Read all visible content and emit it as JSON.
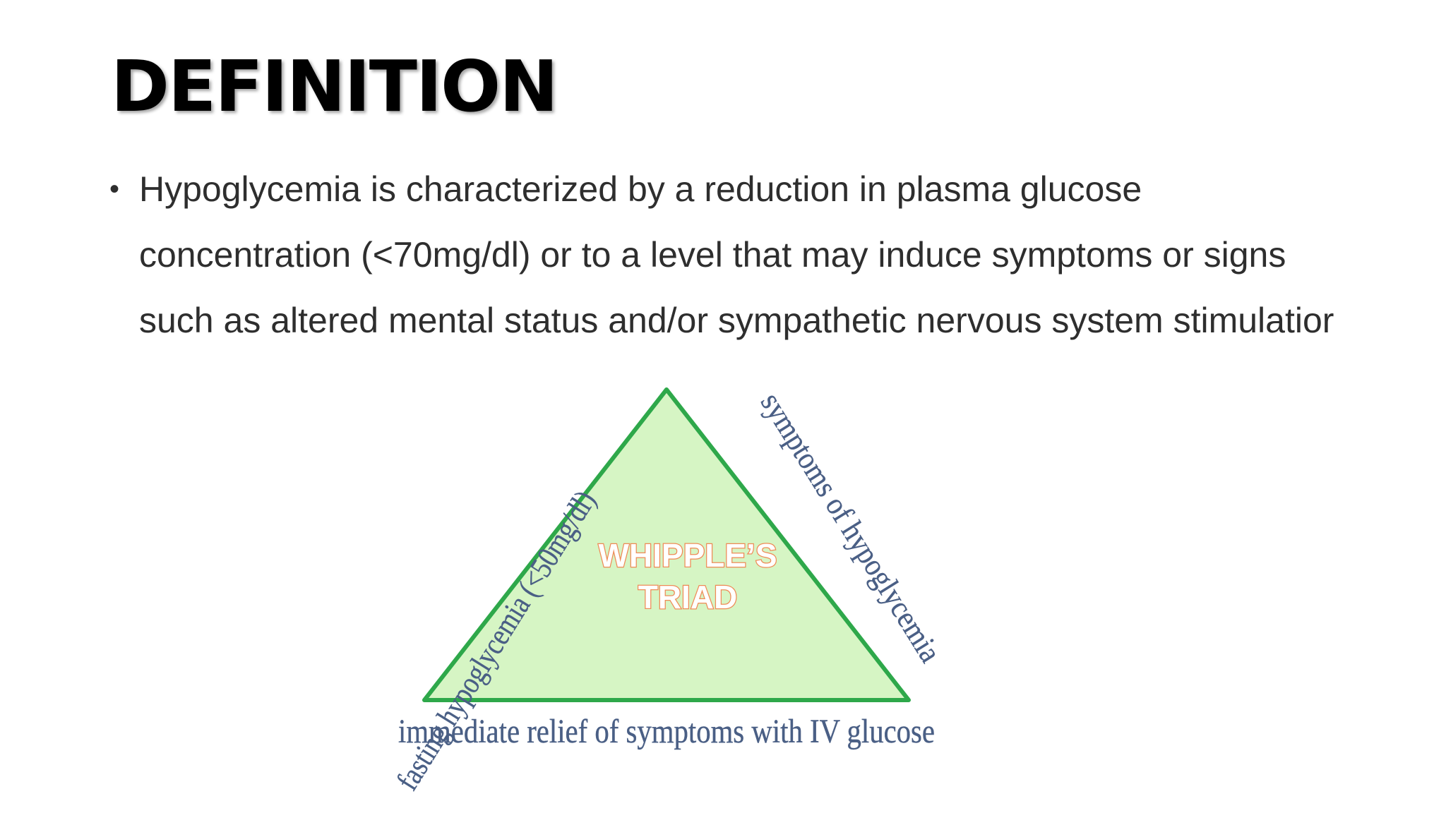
{
  "slide": {
    "title": "DEFINITION",
    "bullet_marker": "•",
    "bullet_text": "Hypoglycemia is characterized by a reduction in plasma glucose concentration (<70mg/dl) or to a level that may induce symptoms or signs such as altered mental status and/or sympathetic nervous system stimulatior"
  },
  "diagram": {
    "center_line1": "WHIPPLE’S",
    "center_line2": "TRIAD",
    "left_side_label": "fasting hypoglycemia (<50mg/dl)",
    "right_side_label": "symptoms of hypoglycemia",
    "bottom_label": "immediate relief of symptoms with IV glucose",
    "colors": {
      "triangle_fill": "#d6f5c4",
      "triangle_stroke": "#2ea84a",
      "label_text": "#4a5f85",
      "center_text": "#ef8a55"
    }
  }
}
